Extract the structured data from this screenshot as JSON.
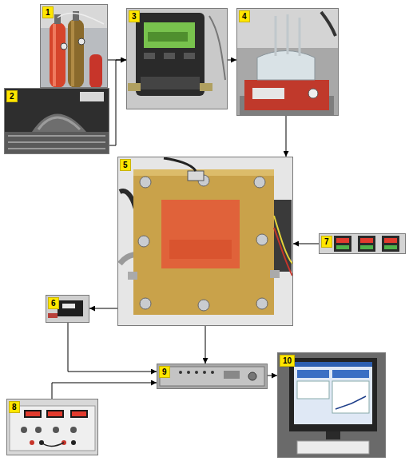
{
  "diagram": {
    "nodes": [
      {
        "text": [
          "1"
        ]
      },
      {
        "text": [
          "2"
        ]
      },
      {
        "text": [
          "3"
        ]
      },
      {
        "text": [
          "4"
        ]
      },
      {
        "text": [
          "5"
        ]
      },
      {
        "text": [
          "6"
        ]
      },
      {
        "text": [
          "7"
        ]
      },
      {
        "text": [
          "8"
        ]
      },
      {
        "text": [
          "9"
        ]
      },
      {
        "text": [
          "10"
        ]
      }
    ],
    "edges": [
      {
        "from": 0,
        "to": 2,
        "arrow": "to"
      },
      {
        "from": 1,
        "to": 2,
        "arrow": "to"
      },
      {
        "from": 2,
        "to": 3,
        "arrow": "to"
      },
      {
        "from": 3,
        "to": 4,
        "arrow": "to"
      },
      {
        "from": 6,
        "to": 4,
        "arrow": "to"
      },
      {
        "from": 4,
        "to": 5,
        "arrow": "to"
      },
      {
        "from": 5,
        "to": 8,
        "arrow": "to"
      },
      {
        "from": 4,
        "to": 8,
        "arrow": "to"
      },
      {
        "from": 7,
        "to": 8,
        "arrow": "to"
      },
      {
        "from": 8,
        "to": 9,
        "arrow": "to"
      }
    ]
  }
}
